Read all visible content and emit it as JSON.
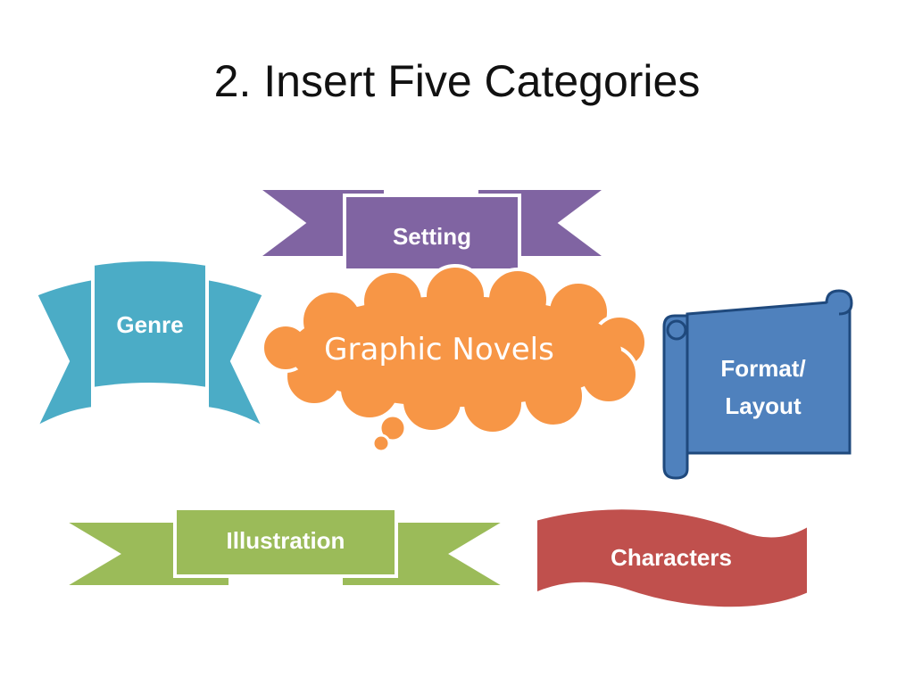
{
  "slide": {
    "title": "2. Insert Five Categories"
  },
  "center": {
    "label": "Graphic Novels",
    "color": "#F79646",
    "shape": "thought-cloud"
  },
  "categories": [
    {
      "label": "Setting",
      "color": "#8064A2",
      "shape": "ribbon"
    },
    {
      "label": "Genre",
      "color": "#4BACC6",
      "shape": "vertical-ribbon"
    },
    {
      "label_line1": "Format/",
      "label_line2": "Layout",
      "color": "#4F81BD",
      "shape": "scroll"
    },
    {
      "label": "Illustration",
      "color": "#9BBB59",
      "shape": "ribbon"
    },
    {
      "label": "Characters",
      "color": "#C0504D",
      "shape": "wave-banner"
    }
  ]
}
